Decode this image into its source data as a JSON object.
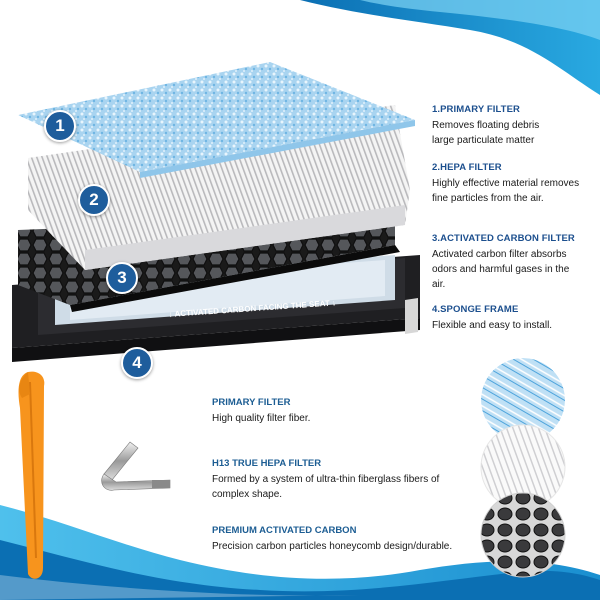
{
  "features": [
    {
      "title": "1.PRIMARY FILTER",
      "desc": "Removes floating debris large particulate matter"
    },
    {
      "title": "2.HEPA FILTER",
      "desc": "Highly effective material removes fine particles from the air."
    },
    {
      "title": "3.ACTIVATED CARBON FILTER",
      "desc": "Activated carbon filter absorbs odors and harmful gases in the air."
    },
    {
      "title": "4.SPONGE FRAME",
      "desc": "Flexible and easy to install."
    }
  ],
  "materials": [
    {
      "title": "PRIMARY FILTER",
      "desc": "High quality filter fiber."
    },
    {
      "title": "H13 TRUE HEPA FILTER",
      "desc": "Formed by a system of ultra-thin fiberglass fibers of complex shape."
    },
    {
      "title": "PREMIUM ACTIVATED CARBON",
      "desc": "Precision carbon particles honeycomb design/durable."
    }
  ],
  "layer_numbers": [
    "1",
    "2",
    "3",
    "4"
  ],
  "seat_label": "↓  ACTIVATED CARBON FACING THE SEAT  ↓",
  "colors": {
    "accent": "#1c4f8e",
    "badge": "#1e5d9c",
    "wave": "#1a8fd0",
    "tool": "#f7941d"
  },
  "icons": [
    "pry-tool-icon",
    "hex-key-icon",
    "fiber-swatch-icon",
    "hepa-swatch-icon",
    "carbon-swatch-icon"
  ]
}
